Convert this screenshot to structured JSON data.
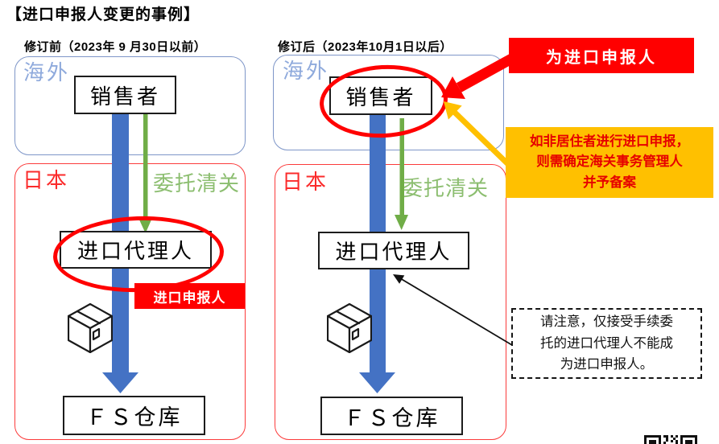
{
  "title": "【进口申报人变更的事例】",
  "panels": {
    "before": {
      "header": "修订前（2023年 9 月30日以前）",
      "overseas_label": "海外",
      "japan_label": "日本",
      "seller": "销售者",
      "clearance": "委托清关",
      "agent": "进口代理人",
      "declarant_tag": "进口申报人",
      "warehouse": "ＦＳ仓库"
    },
    "after": {
      "header": "修订后（2023年10月1日以后）",
      "overseas_label": "海外",
      "japan_label": "日本",
      "seller": "销售者",
      "clearance": "委托清关",
      "agent": "进口代理人",
      "warehouse": "ＦＳ仓库"
    }
  },
  "callouts": {
    "declarant_banner": "为进口申报人",
    "nonresident_note": {
      "lines": [
        "如非居住者进行进口申报，",
        "则需确定海关事务管理人",
        "并予备案"
      ]
    },
    "caution_note": {
      "lines": [
        "请注意，仅接受手续委",
        "托的进口代理人不能成",
        "为进口申报人。"
      ]
    }
  },
  "icons": {
    "package": "package-box-icon",
    "qr_fragment": "qr-code-fragment"
  },
  "colors": {
    "flow_blue": "#4472C4",
    "flow_green": "#70AD47",
    "clearance_text_green": "#8CBE70",
    "overseas_text_blue": "#8FAADC",
    "overseas_border_blue": "#7E96C8",
    "japan_border_red": "#FB3B3B",
    "highlight_red": "#FF0000",
    "note_yellow": "#FFC000",
    "note_text_red": "#E60000"
  }
}
